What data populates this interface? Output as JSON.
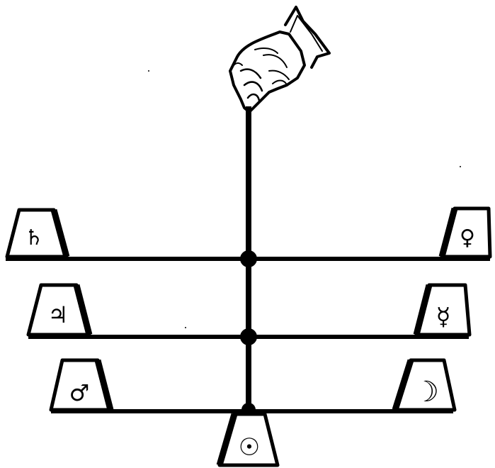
{
  "diagram": {
    "kind": "planetary balance / mobile held by a hand",
    "weights": [
      {
        "id": "saturn",
        "symbol": "♄",
        "side": "left",
        "tier": 1
      },
      {
        "id": "venus",
        "symbol": "♀",
        "side": "right",
        "tier": 1
      },
      {
        "id": "jupiter",
        "symbol": "♃",
        "side": "left",
        "tier": 2
      },
      {
        "id": "mercury",
        "symbol": "☿",
        "side": "right",
        "tier": 2
      },
      {
        "id": "mars",
        "symbol": "♂",
        "side": "left",
        "tier": 3
      },
      {
        "id": "moon",
        "symbol": "☽",
        "side": "right",
        "tier": 3
      },
      {
        "id": "sun",
        "symbol": "☉",
        "side": "center",
        "tier": 4
      }
    ],
    "colors": {
      "ink": "#000000",
      "paper": "#ffffff"
    }
  }
}
